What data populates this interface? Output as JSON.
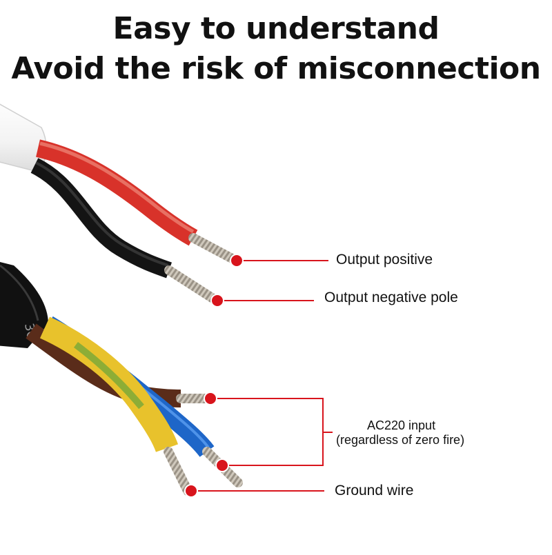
{
  "headline": {
    "line1": "Easy to understand",
    "line2": "Avoid the risk of misconnection"
  },
  "cable_print": "3C",
  "callouts": {
    "output_positive": "Output positive",
    "output_negative": "Output negative pole",
    "ac_input_line1": "AC220 input",
    "ac_input_line2": "(regardless of zero fire)",
    "ground": "Ground wire"
  },
  "colors": {
    "callout_red": "#d8141c",
    "wire_red": "#d8322a",
    "wire_black": "#141414",
    "wire_brown": "#5a2c1a",
    "wire_blue": "#1e66c8",
    "wire_yellow": "#e8c22c",
    "wire_green": "#6fa53a",
    "copper": "#c9c2b6"
  }
}
